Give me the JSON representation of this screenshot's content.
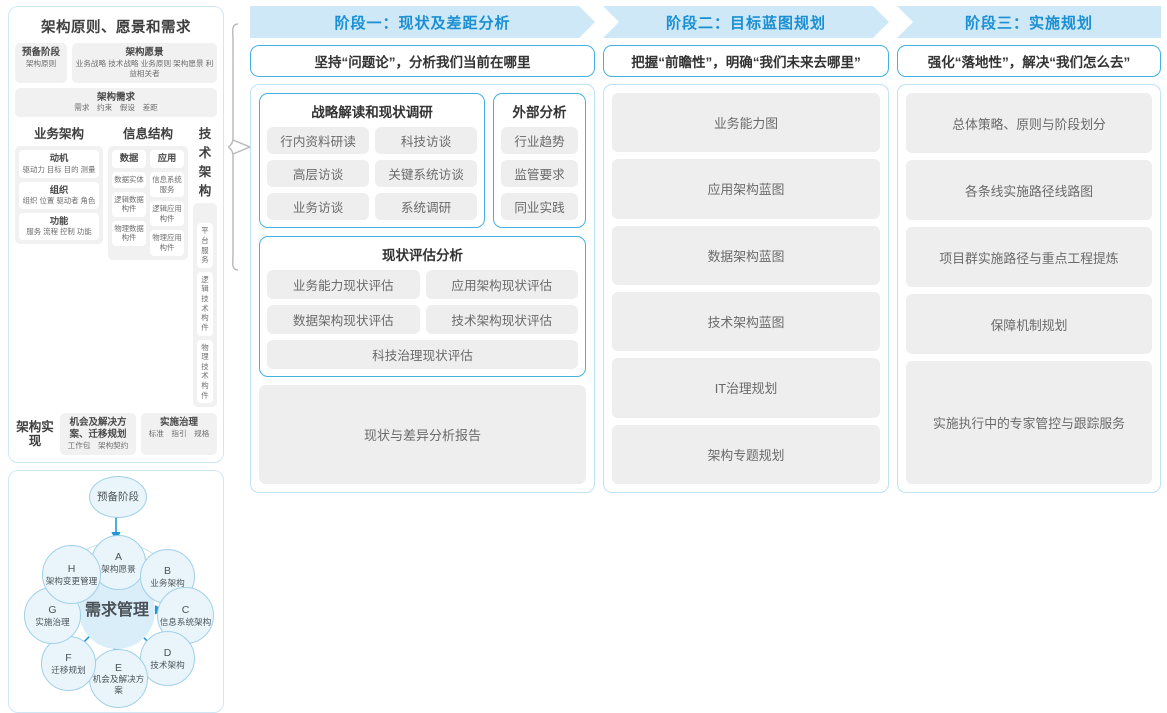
{
  "left_panel": {
    "architecture_framework": {
      "title": "架构原则、愿景和需求",
      "row1": {
        "prep": {
          "head": "预备阶段",
          "items": "架构原则"
        },
        "vision": {
          "head": "架构愿景",
          "items": "业务战略 技术战略 业务原则 架构愿景 利益相关者"
        }
      },
      "requirements": {
        "head": "架构需求",
        "items": "需求　约束　假设　差距"
      },
      "columns": [
        {
          "head": "业务架构",
          "cells": [
            {
              "head": "动机",
              "items": "驱动力 目标 目的 测量"
            },
            {
              "head": "组织",
              "items": "组织 位置 驱动者 角色"
            },
            {
              "head": "功能",
              "items": "服务 流程 控制 功能"
            }
          ]
        },
        {
          "head": "信息结构",
          "left_cells": [
            {
              "head": "数据",
              "items": ""
            },
            {
              "head": "",
              "items": "数据实体"
            },
            {
              "head": "",
              "items": "逻辑数据构件"
            },
            {
              "head": "",
              "items": "物理数据构件"
            }
          ],
          "right_cells": [
            {
              "head": "应用",
              "items": ""
            },
            {
              "head": "",
              "items": "信息系统服务"
            },
            {
              "head": "",
              "items": "逻辑应用构件"
            },
            {
              "head": "",
              "items": "物理应用构件"
            }
          ]
        },
        {
          "head": "技术架构",
          "cells": [
            {
              "head": "",
              "items": "平台服务"
            },
            {
              "head": "",
              "items": "逻辑技术构件"
            },
            {
              "head": "",
              "items": "物理技术构件"
            }
          ]
        }
      ],
      "implementation": {
        "label": "架构实现",
        "boxes": [
          {
            "head": "机会及解决方案、迁移规划",
            "items": "工作包　架构契约"
          },
          {
            "head": "实施治理",
            "items": "标准　指引　规格"
          }
        ]
      }
    },
    "adm_cycle": {
      "preliminary": "预备阶段",
      "center": "需求管理",
      "nodes": [
        {
          "key": "A",
          "label": "架构愿景"
        },
        {
          "key": "B",
          "label": "业务架构"
        },
        {
          "key": "C",
          "label": "信息系统架构"
        },
        {
          "key": "D",
          "label": "技术架构"
        },
        {
          "key": "E",
          "label": "机会及解决方案"
        },
        {
          "key": "F",
          "label": "迁移规划"
        },
        {
          "key": "G",
          "label": "实施治理"
        },
        {
          "key": "H",
          "label": "架构变更管理"
        }
      ]
    }
  },
  "phases": [
    {
      "header": "阶段一：现状及差距分析",
      "subtitle": "坚持“问题论”，分析我们当前在哪里",
      "groups": {
        "strategy": {
          "title": "战略解读和现状调研",
          "rows": [
            [
              "行内资料研读",
              "科技访谈"
            ],
            [
              "高层访谈",
              "关键系统访谈"
            ],
            [
              "业务访谈",
              "系统调研"
            ]
          ]
        },
        "external": {
          "title": "外部分析",
          "items": [
            "行业趋势",
            "监管要求",
            "同业实践"
          ]
        },
        "assessment": {
          "title": "现状评估分析",
          "rows": [
            [
              "业务能力现状评估",
              "应用架构现状评估"
            ],
            [
              "数据架构现状评估",
              "技术架构现状评估"
            ]
          ],
          "wide": "科技治理现状评估"
        },
        "report": "现状与差异分析报告"
      }
    },
    {
      "header": "阶段二：目标蓝图规划",
      "subtitle": "把握“前瞻性”，明确“我们未来去哪里”",
      "items": [
        "业务能力图",
        "应用架构蓝图",
        "数据架构蓝图",
        "技术架构蓝图",
        "IT治理规划",
        "架构专题规划"
      ]
    },
    {
      "header": "阶段三：实施规划",
      "subtitle": "强化“落地性”，解决“我们怎么去”",
      "items": [
        "总体策略、原则与阶段划分",
        "各条线实施路径线路图",
        "项目群实施路径与重点工程提炼",
        "保障机制规划",
        "实施执行中的专家管控与跟踪服务"
      ]
    }
  ],
  "colors": {
    "header_band": "#cfe8f8",
    "header_text": "#1a8fd1",
    "accent_border": "#45b0e3",
    "chip_bg": "#eeeeee",
    "chip_text": "#6a6a6a",
    "circle_fill": "#eaf5fb",
    "circle_center": "#daeefa"
  }
}
